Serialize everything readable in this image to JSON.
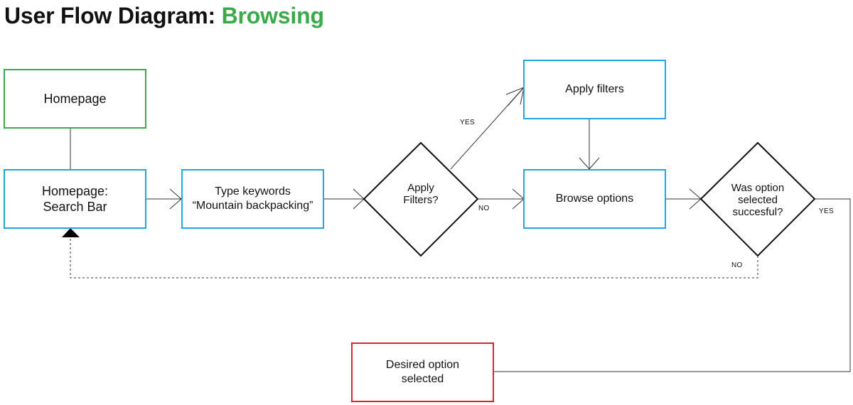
{
  "title": {
    "prefix": "User Flow Diagram: ",
    "highlight": "Browsing"
  },
  "colors": {
    "start": "#3aaa4a",
    "step": "#1fa6e0",
    "end": "#d9262c",
    "line": "#333333"
  },
  "nodes": {
    "homepage": "Homepage",
    "search_bar": "Homepage:\nSearch Bar",
    "type_keywords": "Type keywords\n“Mountain backpacking”",
    "apply_filters_decision": "Apply\nFilters?",
    "apply_filters": "Apply filters",
    "browse_options": "Browse options",
    "option_success_decision": "Was option\nselected\nsuccesful?",
    "desired_option": "Desired option\nselected"
  },
  "edge_labels": {
    "filters_yes": "YES",
    "filters_no": "NO",
    "success_yes": "YES",
    "success_no": "NO"
  }
}
